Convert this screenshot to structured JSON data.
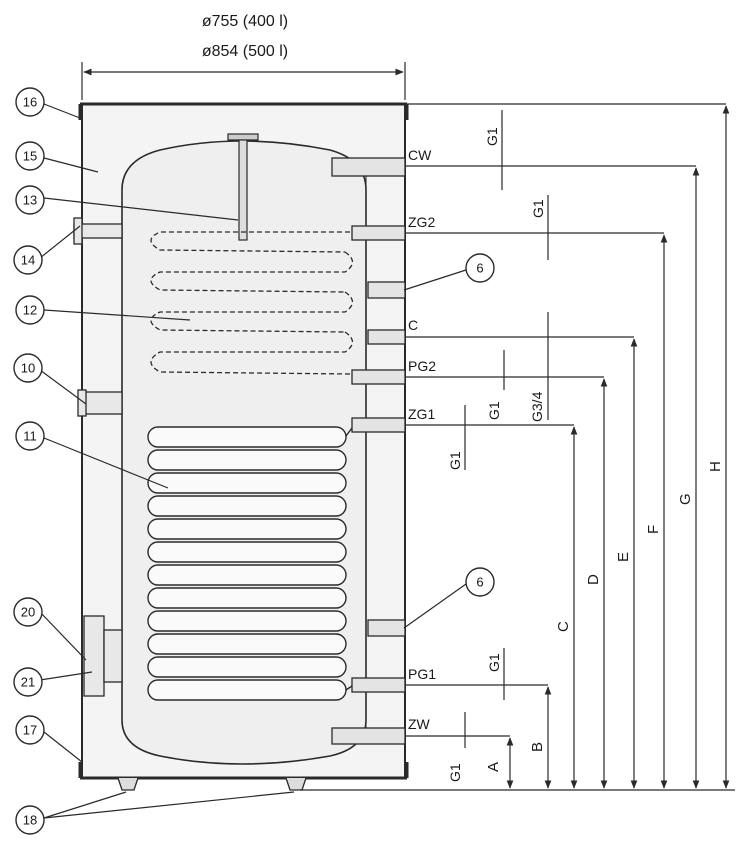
{
  "width_top": {
    "line1": "ø755 (400 l)",
    "line2": "ø854 (500 l)"
  },
  "callouts": {
    "n16": "16",
    "n15": "15",
    "n13": "13",
    "n14": "14",
    "n12": "12",
    "n10": "10",
    "n11": "11",
    "n20": "20",
    "n21": "21",
    "n17": "17",
    "n18": "18",
    "n6a": "6",
    "n6b": "6"
  },
  "connections": {
    "cw": "CW",
    "zg2": "ZG2",
    "c": "C",
    "pg2": "PG2",
    "zg1": "ZG1",
    "pg1": "PG1",
    "zw": "ZW"
  },
  "threads": {
    "cw": "G1",
    "zg2": "G1",
    "zg1_a": "G1",
    "zg1_b": "G1",
    "g34": "G3/4",
    "pg1": "G1",
    "zw": "G1"
  },
  "dimensions": {
    "a": "A",
    "b": "B",
    "c": "C",
    "d": "D",
    "e": "E",
    "f": "F",
    "g": "G",
    "h": "H"
  }
}
